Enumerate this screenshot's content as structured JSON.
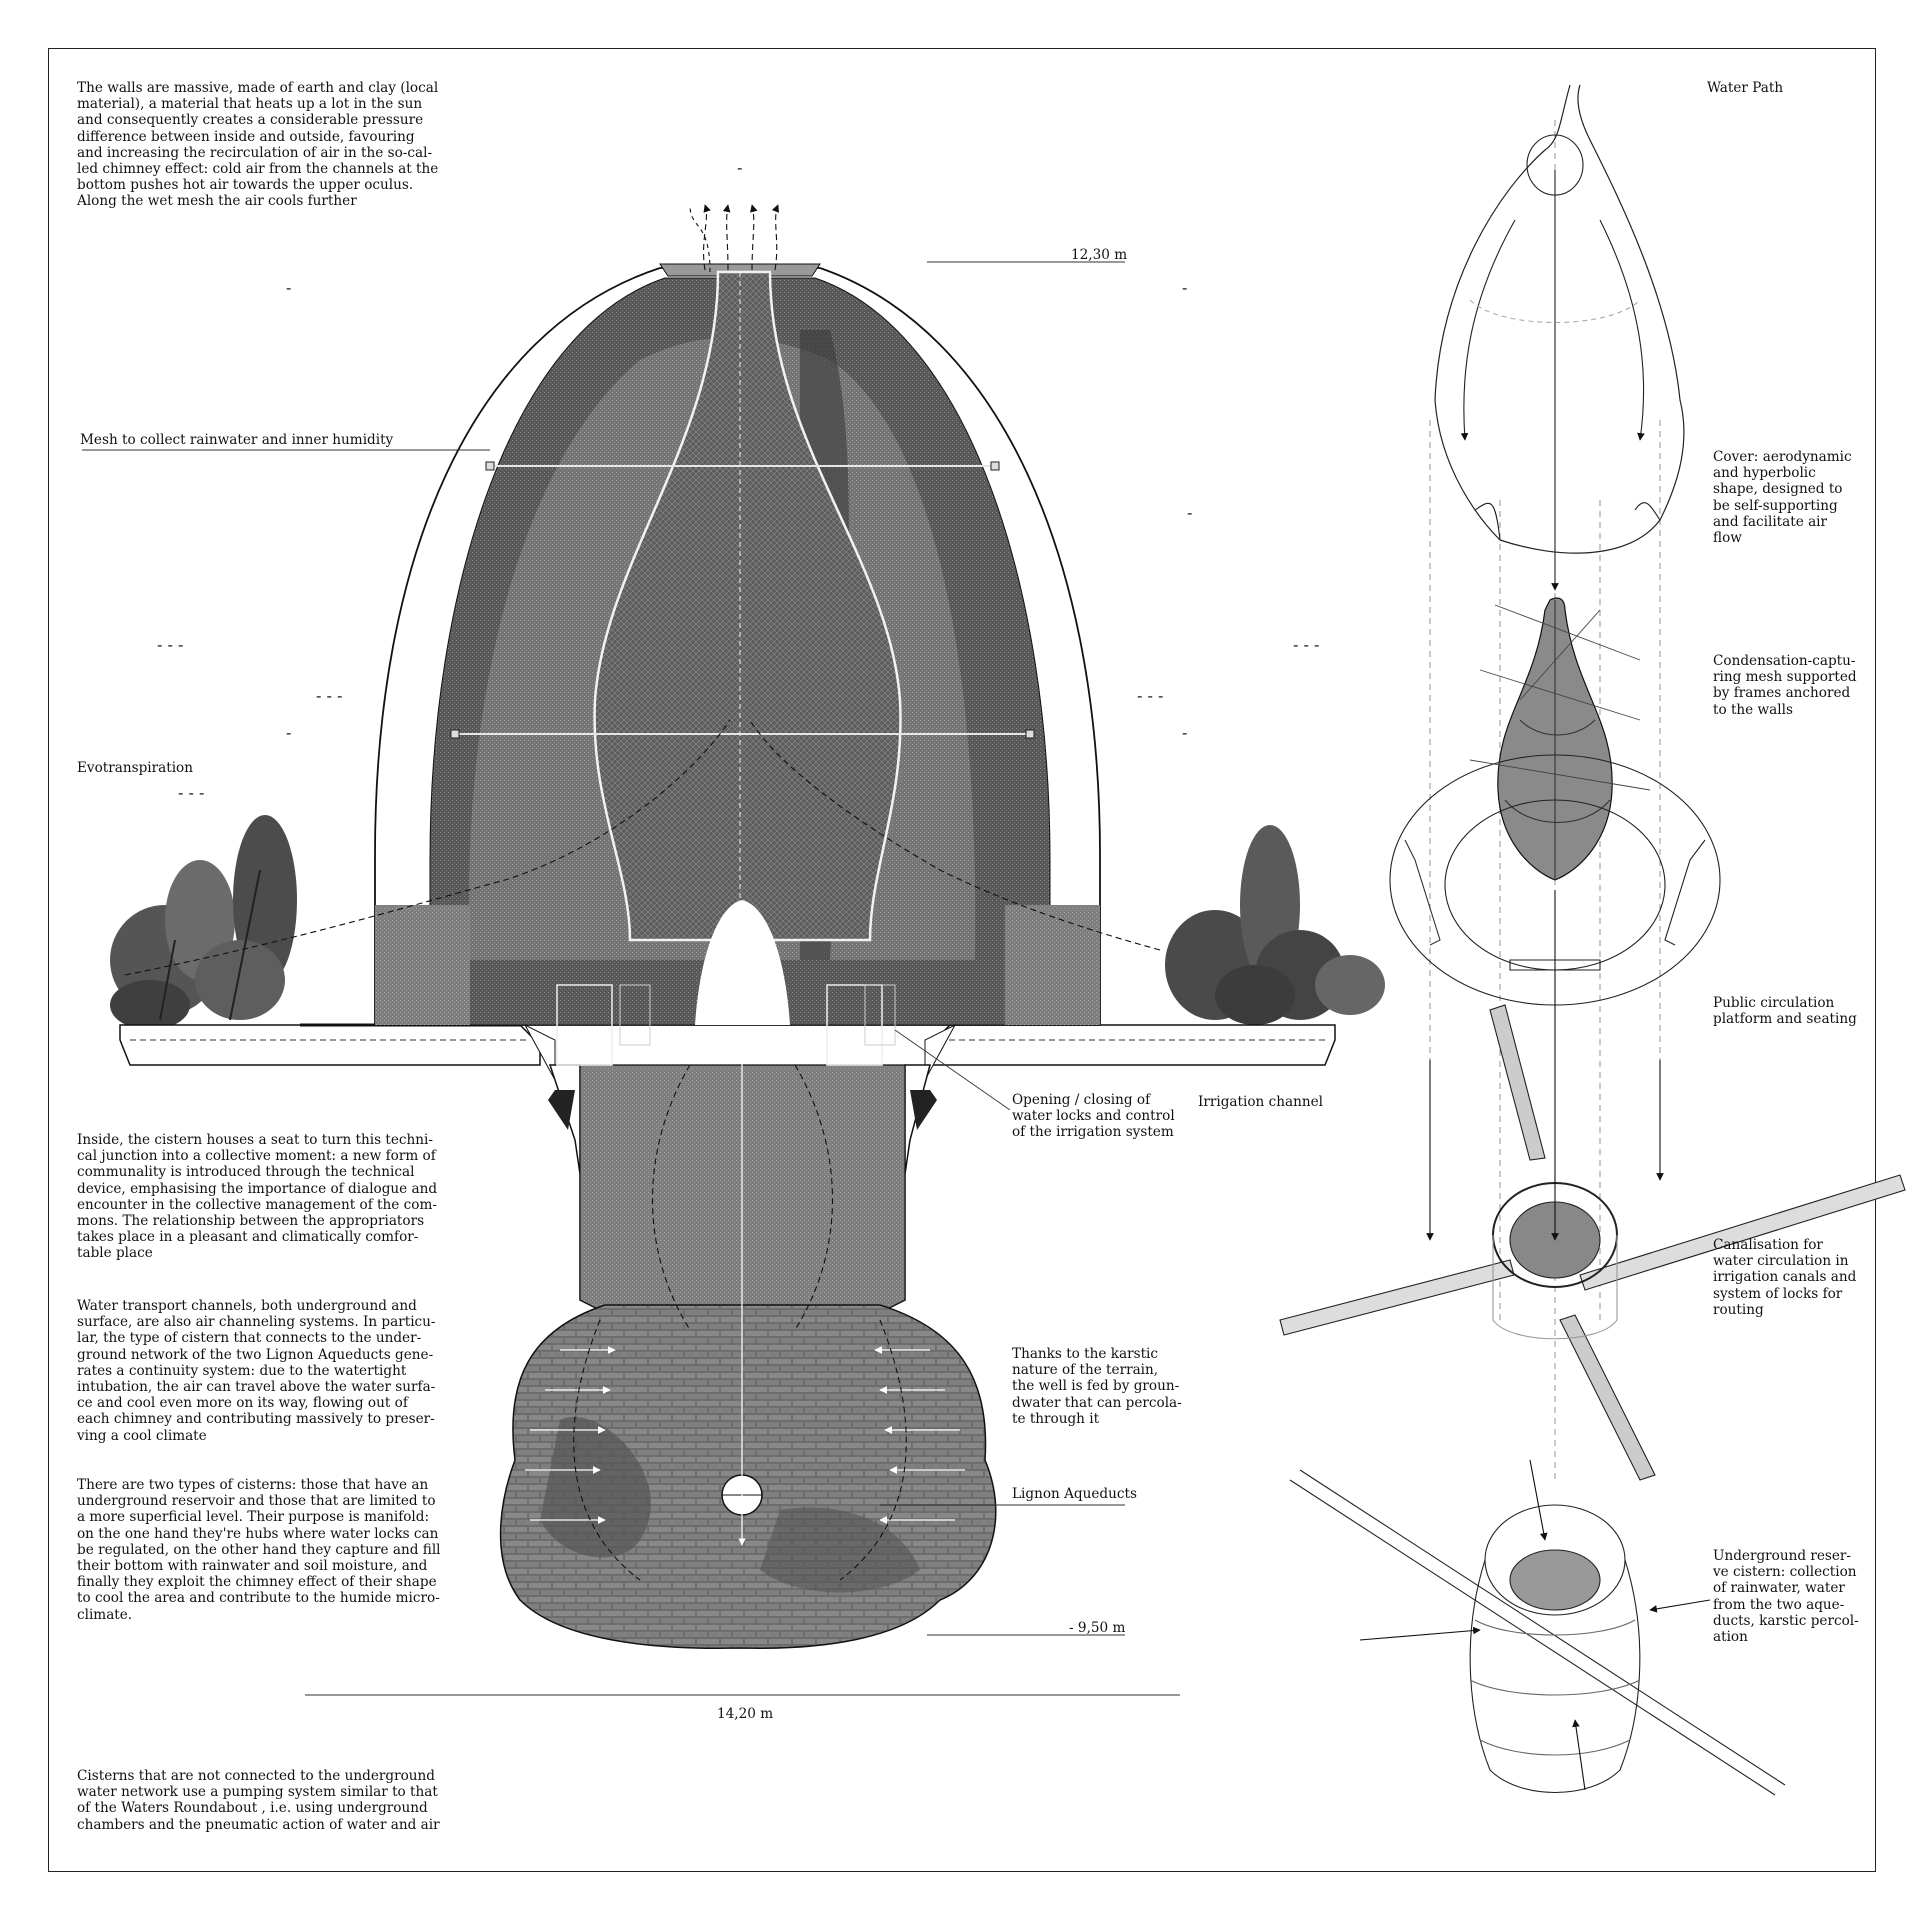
{
  "notes": {
    "walls": "The walls are massive, made of earth and clay (local\nmaterial), a material that heats up a lot in the sun\nand consequently creates a considerable pressure\ndifference between inside and outside, favouring\nand increasing the recirculation of air in the so-cal-\nled chimney effect: cold air from the channels at the\nbottom pushes hot air towards the upper oculus.\nAlong the wet mesh the air cools further",
    "inside": "Inside, the cistern houses a seat to turn this techni-\ncal junction into a collective moment: a new form of\ncommunality is introduced through the technical\ndevice, emphasising the importance of dialogue and\nencounter in the collective management of the com-\nmons. The relationship between the appropriators\ntakes place in a pleasant and climatically comfor-\ntable place",
    "transport": "Water transport channels, both underground and\nsurface, are also air channeling systems. In particu-\nlar, the type of cistern that connects to the under-\nground network of the two Lignon Aqueducts gene-\nrates a continuity system: due to the watertight\nintubation, the air can travel above the water surfa-\nce and cool even more on its way, flowing out of\neach chimney and contributing massively to preser-\nving a cool climate",
    "types": "There are two types of cisterns: those that have an\nunderground reservoir and those that are limited to\na more superficial level. Their purpose is manifold:\non the one hand they're hubs where water locks can\nbe regulated, on the other hand they capture and fill\ntheir bottom with rainwater and soil moisture, and\nfinally they exploit the chimney effect of their shape\nto cool the area and contribute to the humide micro-\nclimate.",
    "pumping": "Cisterns that are not connected to the underground\nwater network use a pumping system similar to that\nof the Waters Roundabout , i.e. using underground\nchambers and the pneumatic action of water and air"
  },
  "section_labels": {
    "mesh": "Mesh to collect rainwater and inner humidity",
    "evotranspiration": "Evotranspiration",
    "locks": "Opening / closing of\nwater locks and control\nof the irrigation system",
    "irrigation": "Irrigation channel",
    "karst": "Thanks to the karstic\nnature of the terrain,\nthe well is fed by groun-\ndwater that can percola-\nte through it",
    "aqueducts": "Lignon Aqueducts"
  },
  "dimensions": {
    "top_level": "12,30 m",
    "bottom_level": "- 9,50 m",
    "width": "14,20 m"
  },
  "axonometric": {
    "title": "Water Path",
    "cover": "Cover: aerodynamic\nand hyperbolic\nshape, designed to\nbe self-supporting\nand facilitate air\nflow",
    "mesh": "Condensation-captu-\nring mesh supported\nby frames anchored\nto the walls",
    "platform": "Public circulation\nplatform and seating",
    "canalisation": "Canalisation for\nwater circulation in\nirrigation canals and\nsystem of locks for\nrouting",
    "reservoir": "Underground reser-\nve cistern: collection\nof rainwater, water\nfrom the two aque-\nducts, karstic percol-\nation"
  },
  "pressure_marks": {
    "minus": "-",
    "triple": "- - -"
  },
  "colors": {
    "ink": "#111111",
    "wall_dark": "#3a3a3a",
    "wall_mid": "#6a6a6a",
    "stone": "#8a8a8a",
    "paper": "#ffffff"
  }
}
